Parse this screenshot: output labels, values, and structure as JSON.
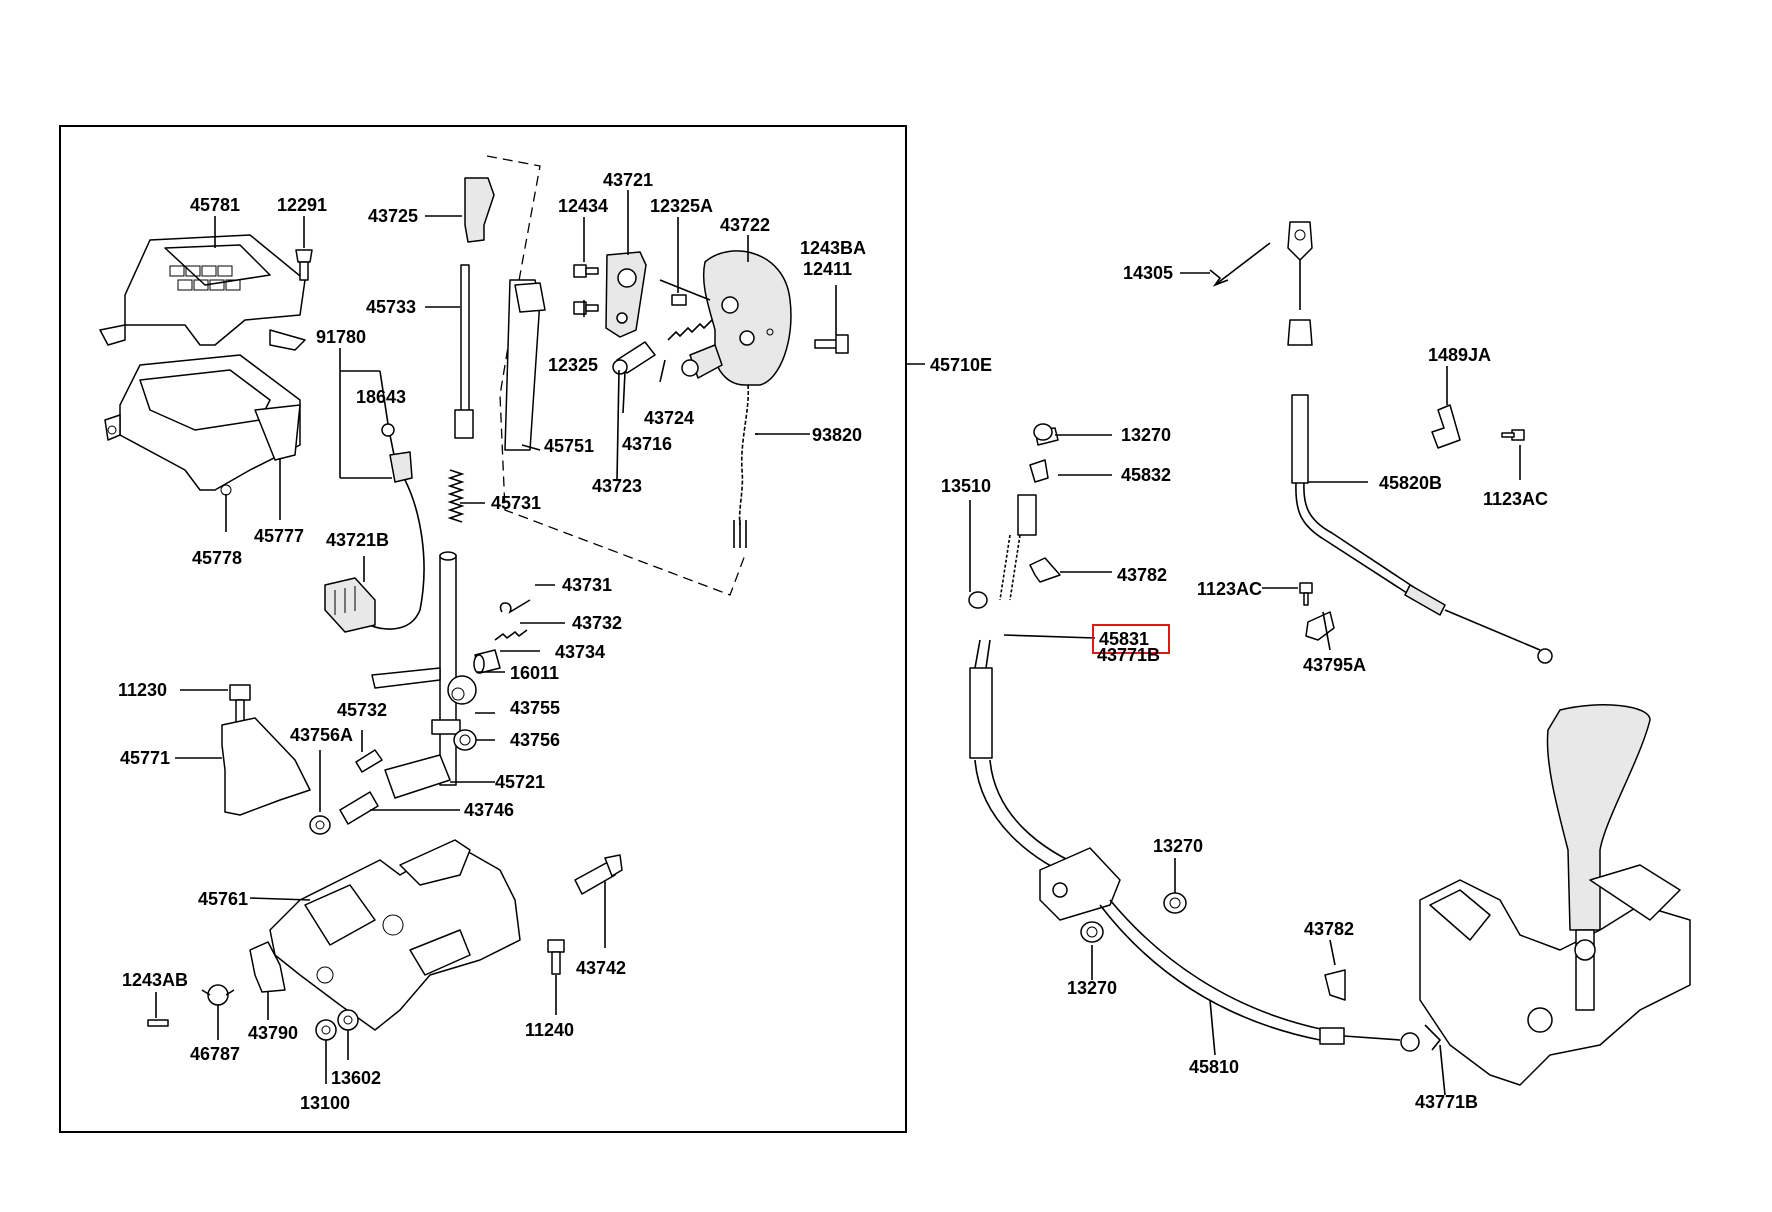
{
  "diagram": {
    "parts": {
      "p45781": "45781",
      "p12291": "12291",
      "p43725": "43725",
      "p43721": "43721",
      "p12434": "12434",
      "p12325A": "12325A",
      "p43722": "43722",
      "p1243BA": "1243BA",
      "p12411": "12411",
      "p45733": "45733",
      "p91780": "91780",
      "p18643": "18643",
      "p12325": "12325",
      "p43724": "43724",
      "p43716": "43716",
      "p45751": "45751",
      "p93820": "93820",
      "p43723": "43723",
      "p45710E": "45710E",
      "p45778": "45778",
      "p45777": "45777",
      "p45731": "45731",
      "p43721B": "43721B",
      "p43731": "43731",
      "p43732": "43732",
      "p43734": "43734",
      "p16011": "16011",
      "p11230": "11230",
      "p45732": "45732",
      "p43755": "43755",
      "p43756A": "43756A",
      "p43756": "43756",
      "p45771": "45771",
      "p45721": "45721",
      "p43746": "43746",
      "p45761": "45761",
      "p43742": "43742",
      "p1243AB": "1243AB",
      "p43790": "43790",
      "p11240": "11240",
      "p46787": "46787",
      "p13602": "13602",
      "p13100": "13100",
      "p14305": "14305",
      "p1489JA": "1489JA",
      "p13270a": "13270",
      "p45832": "45832",
      "p45820B": "45820B",
      "p13510": "13510",
      "p1123ACa": "1123AC",
      "p43782a": "43782",
      "p1123ACb": "1123AC",
      "p45831": "45831",
      "p43771Ba": "43771B",
      "p43795A": "43795A",
      "p13270b": "13270",
      "p43782b": "43782",
      "p13270c": "13270",
      "p45810": "45810",
      "p43771Bb": "43771B"
    }
  }
}
